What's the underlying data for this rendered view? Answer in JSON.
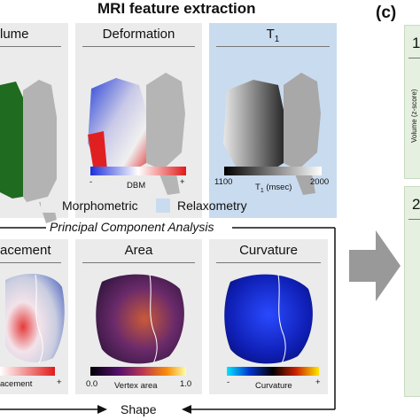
{
  "title": "MRI feature extraction",
  "panel_label": "(c)",
  "top_panels": [
    {
      "label": "lume"
    },
    {
      "label": "Deformation"
    },
    {
      "label": "T",
      "sub": "1"
    }
  ],
  "deformation_scale": {
    "min": "-",
    "max": "+",
    "label": "DBM"
  },
  "t1_scale": {
    "min": "1100",
    "max": "2000",
    "label_main": "T",
    "label_sub": "1",
    "label_unit": " (msec)"
  },
  "legend": {
    "morphometric": "Morphometric",
    "relaxometry": "Relaxometry"
  },
  "pca_label": "Principal Component Analysis",
  "bottom_panels": [
    {
      "label": "acement"
    },
    {
      "label": "Area"
    },
    {
      "label": "Curvature"
    }
  ],
  "displacement_scale": {
    "label": "acement",
    "max": "+"
  },
  "area_scale": {
    "min": "0.0",
    "max": "1.0",
    "label": "Vertex area"
  },
  "curvature_scale": {
    "min": "-",
    "max": "+",
    "label": "Curvature"
  },
  "shape_label": "Shape",
  "cards": [
    {
      "number": "1",
      "axis_label": "Volume (z-score)"
    },
    {
      "number": "2"
    }
  ],
  "colors": {
    "panel_gray": "#ebebeb",
    "panel_blue": "#c9dbef",
    "card_green": "#e5f0e0",
    "arrow_gray": "#999999",
    "volume_green": "#1f6b1f"
  }
}
